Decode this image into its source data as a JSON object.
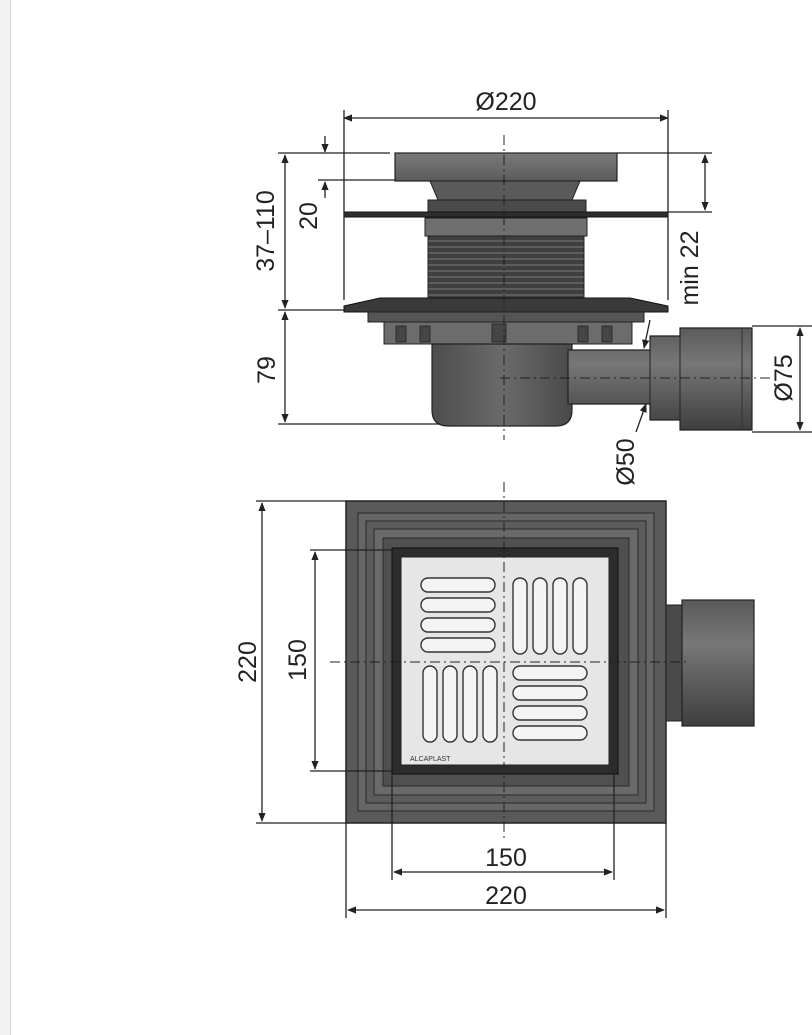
{
  "dimensions": {
    "top_diameter": "Ø220",
    "adjust_range": "37–110",
    "flange_gap": "20",
    "min_height": "min 22",
    "body_height": "79",
    "outlet_diameter": "Ø75",
    "inner_diameter": "Ø50",
    "plan_outer_height": "220",
    "plan_inner_height": "150",
    "plan_inner_width": "150",
    "plan_outer_width": "220"
  },
  "grate": {
    "brand_mark": "ALCAPLAST"
  },
  "colors": {
    "body_dark": "#4a4a4a",
    "body_mid": "#6f6f6f",
    "body_light": "#9a9a9a",
    "grate_steel": "#e6e6e6",
    "line": "#222222"
  }
}
